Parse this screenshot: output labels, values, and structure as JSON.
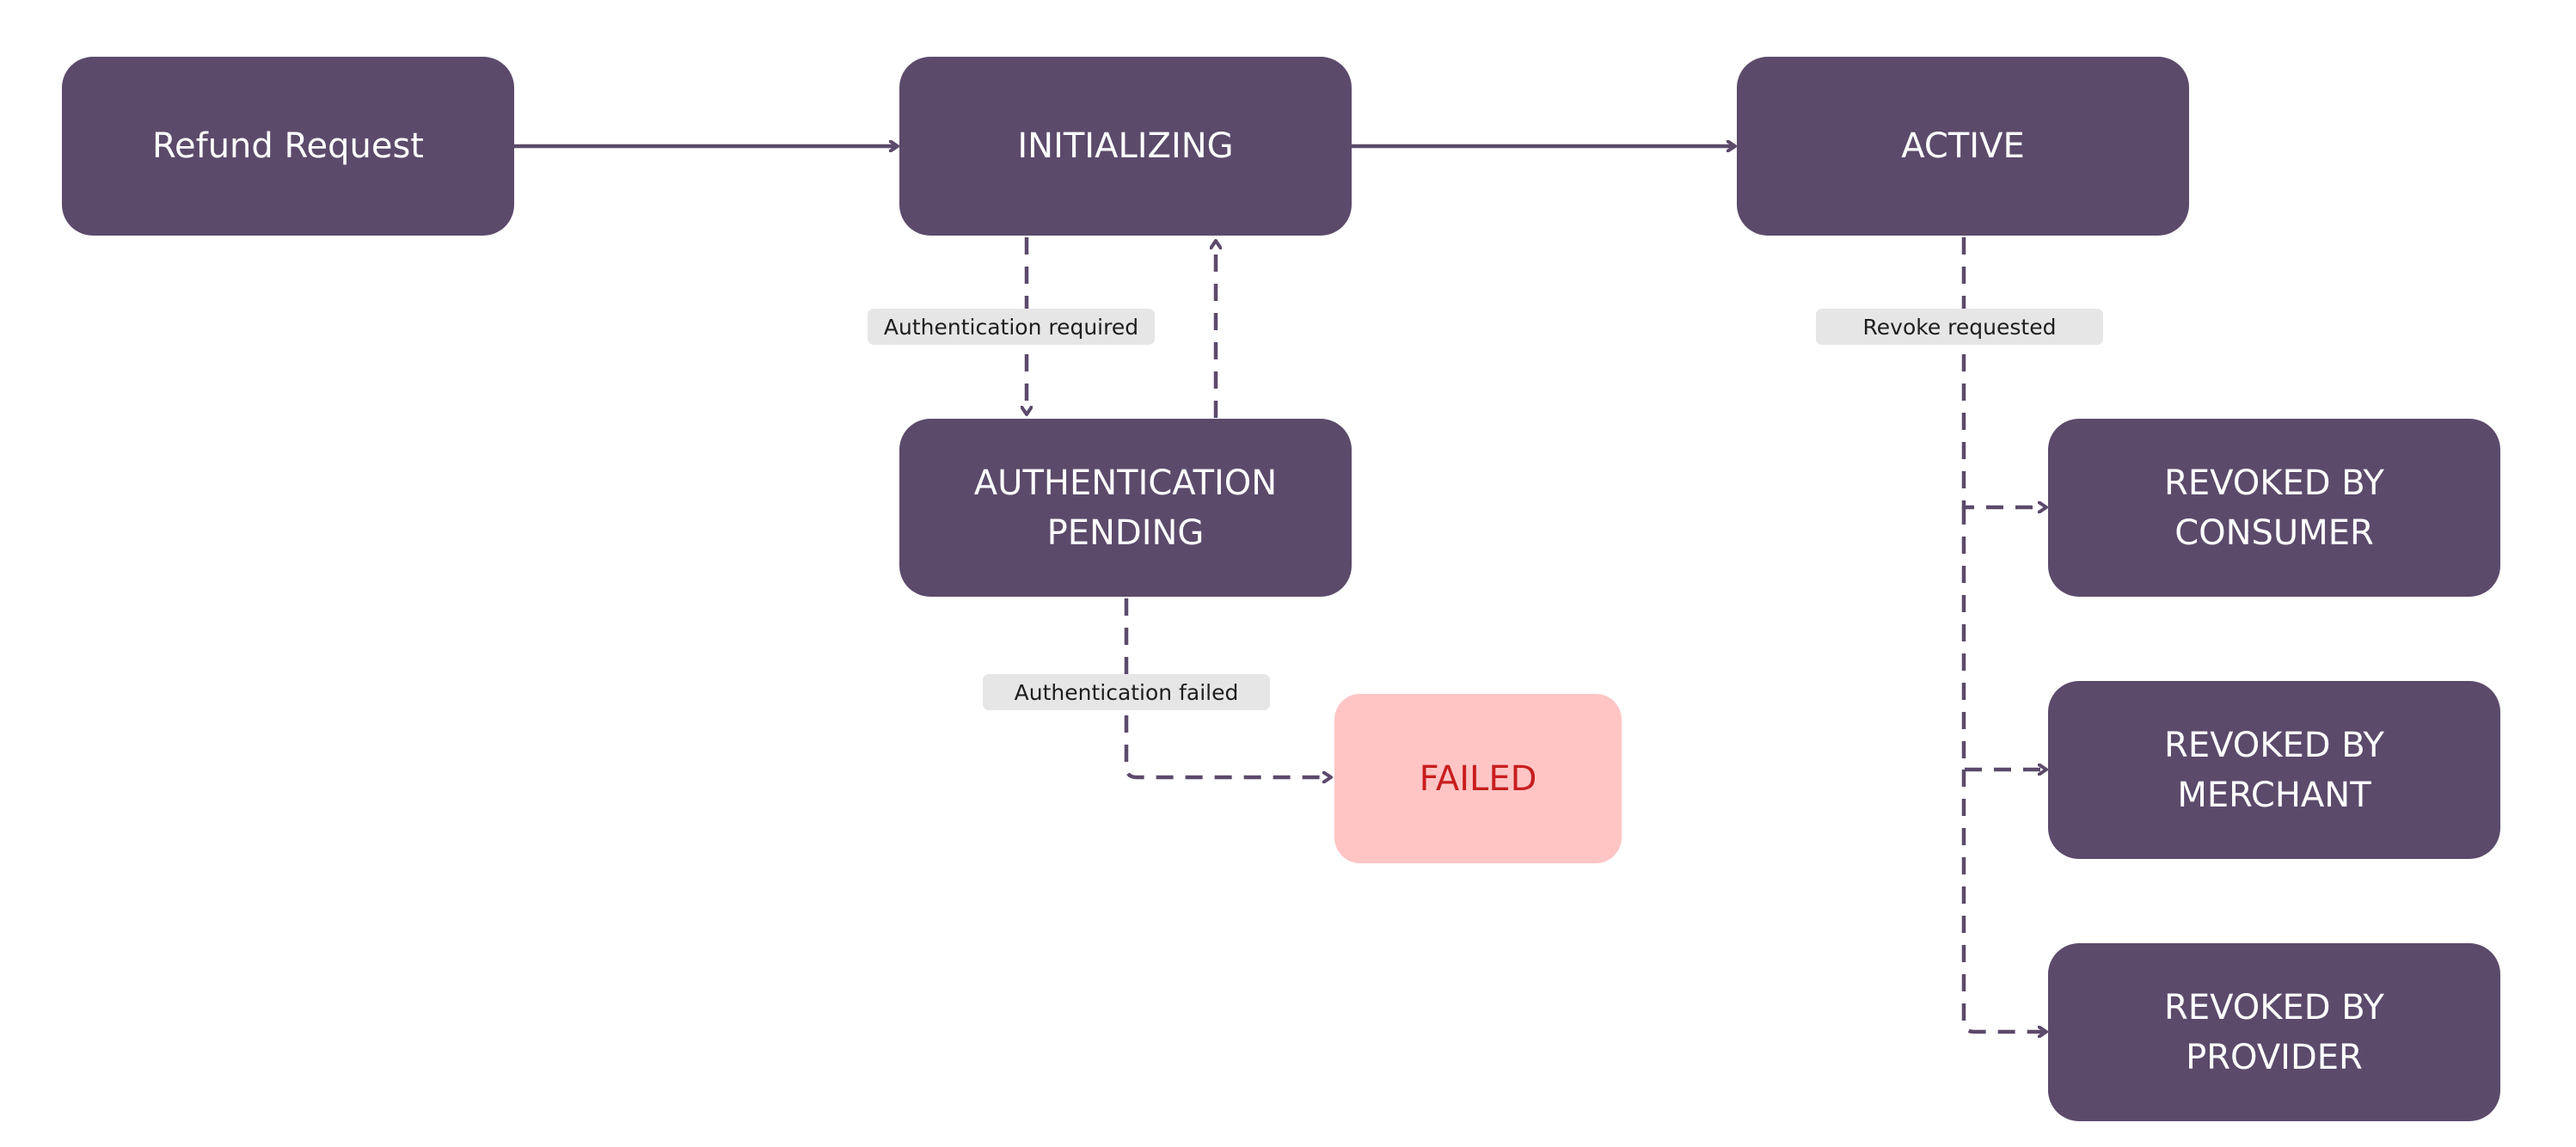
{
  "diagram": {
    "nodes": {
      "refund_request": {
        "label": "Refund Request"
      },
      "initializing": {
        "label": "INITIALIZING"
      },
      "active": {
        "label": "ACTIVE"
      },
      "authentication_pending": {
        "label": "AUTHENTICATION\nPENDING"
      },
      "failed": {
        "label": "FAILED"
      },
      "revoked_by_consumer": {
        "label": "REVOKED BY\nCONSUMER"
      },
      "revoked_by_merchant": {
        "label": "REVOKED BY\nMERCHANT"
      },
      "revoked_by_provider": {
        "label": "REVOKED BY\nPROVIDER"
      }
    },
    "edge_labels": {
      "authentication_required": "Authentication required",
      "revoke_requested": "Revoke requested",
      "authentication_failed": "Authentication failed"
    },
    "colors": {
      "state_fill": "#5c4a6b",
      "state_text": "#ffffff",
      "failed_fill": "#ffc5c5",
      "failed_text": "#c81e1e",
      "edge_stroke": "#5c4a6b",
      "edge_label_fill": "#e6e6e6"
    }
  }
}
